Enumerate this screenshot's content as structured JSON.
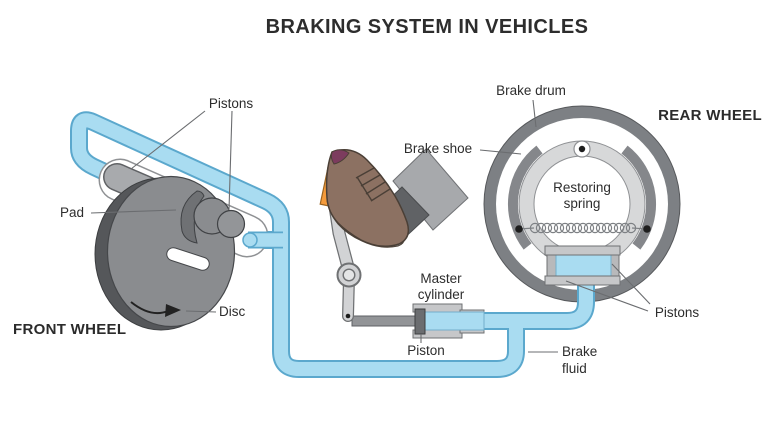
{
  "title": {
    "text": "BRAKING SYSTEM IN VEHICLES",
    "color": "#e5262c"
  },
  "sections": {
    "front_wheel_label": "FRONT WHEEL",
    "rear_wheel_label": "REAR WHEEL"
  },
  "labels": {
    "pistons_front": "Pistons",
    "pad": "Pad",
    "disc": "Disc",
    "brake_drum": "Brake drum",
    "brake_shoe": "Brake shoe",
    "restoring_spring": {
      "line1": "Restoring",
      "line2": "spring"
    },
    "pistons_rear": "Pistons",
    "master_cylinder": {
      "line1": "Master",
      "line2": "cylinder"
    },
    "piston": "Piston",
    "brake_fluid": {
      "line1": "Brake",
      "line2": "fluid"
    }
  },
  "colors": {
    "title_red": "#e5262c",
    "brake_fluid_fill": "#a9dcf1",
    "brake_fluid_border": "#5ba8cd",
    "disc_grey": "#8a8c8f",
    "disc_rim_dark": "#55575a",
    "drum_grey": "#7d8084",
    "lining_grey": "#85878b",
    "shoe_ring_light": "#d7d8d9",
    "lever_grey": "#d2d3d5",
    "pedal_orange": "#f59b3b",
    "shoe_brown": "#8c7162",
    "pant_grey": "#a7a9ac",
    "metal_light": "#c6c7c9",
    "label_ink": "#2d2d2d"
  }
}
